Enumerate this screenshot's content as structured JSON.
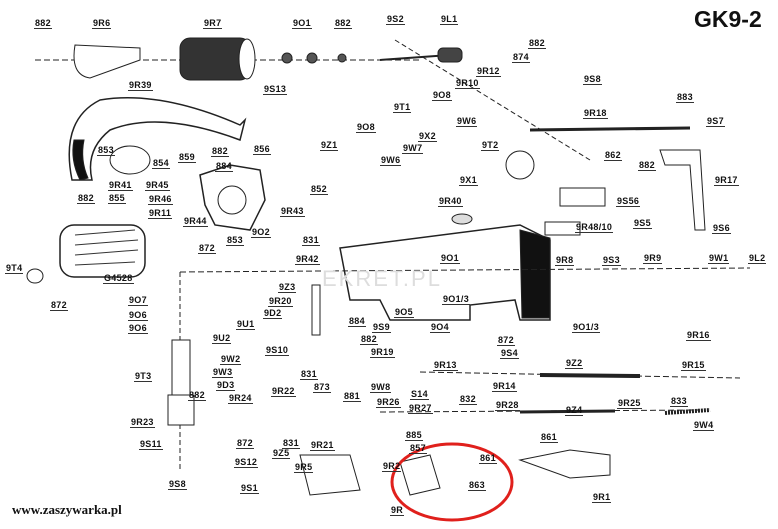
{
  "title": "GK9-2",
  "website": "www.zaszywarka.pl",
  "watermark": "EKRET.PL",
  "highlight_color": "#e0201c",
  "part_labels": [
    "882",
    "9R6",
    "9R7",
    "9O1",
    "882",
    "9S2",
    "9L1",
    "874",
    "882",
    "9R12",
    "9R10",
    "9S8",
    "9O8",
    "883",
    "9T1",
    "9W6",
    "9R18",
    "9S7",
    "9R39",
    "9S13",
    "9X2",
    "9W7",
    "9O8",
    "9W6",
    "9Z1",
    "853",
    "859",
    "882",
    "856",
    "884",
    "854",
    "9T2",
    "862",
    "882",
    "9R17",
    "9R41",
    "9R45",
    "9R46",
    "855",
    "852",
    "9X1",
    "9S56",
    "882",
    "9R11",
    "9R43",
    "9R40",
    "9S5",
    "9S6",
    "9R48/10",
    "9R44",
    "853",
    "9O2",
    "831",
    "872",
    "9R42",
    "9T4",
    "G4528",
    "872",
    "9O1",
    "9R8",
    "9S3",
    "9R9",
    "9W1",
    "9L2",
    "9O7",
    "9O6",
    "9O6",
    "9Z3",
    "9R20",
    "9D2",
    "9U1",
    "9U2",
    "884",
    "9S9",
    "882",
    "9O5",
    "9O1/3",
    "9O4",
    "9O1/3",
    "872",
    "9R19",
    "9S10",
    "9W2",
    "9S4",
    "9R16",
    "9R13",
    "9Z2",
    "9R15",
    "9W3",
    "9T3",
    "831",
    "873",
    "9W8",
    "9R14",
    "9D3",
    "9R22",
    "882",
    "9R24",
    "881",
    "S14",
    "832",
    "9R28",
    "9R27",
    "833",
    "9R25",
    "9Z4",
    "9R26",
    "9R23",
    "9W4",
    "9S11",
    "872",
    "831",
    "9R21",
    "9Z5",
    "885",
    "857",
    "861",
    "861",
    "9S12",
    "9R5",
    "9R2",
    "863",
    "9R1",
    "9S8",
    "9S1",
    "9R"
  ]
}
